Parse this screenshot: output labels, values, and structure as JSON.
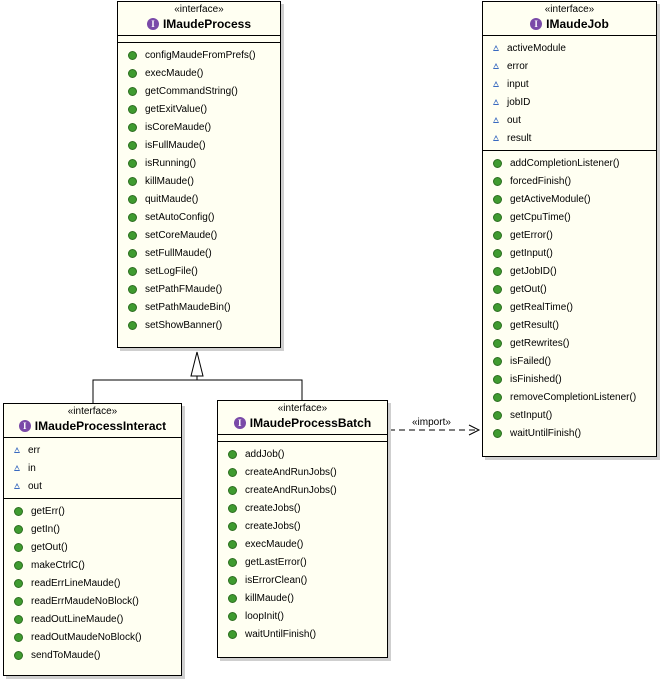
{
  "classes": {
    "process": {
      "stereotype": "«interface»",
      "icon_letter": "I",
      "name": "IMaudeProcess",
      "attributes": [],
      "operations": [
        "configMaudeFromPrefs()",
        "execMaude()",
        "getCommandString()",
        "getExitValue()",
        "isCoreMaude()",
        "isFullMaude()",
        "isRunning()",
        "killMaude()",
        "quitMaude()",
        "setAutoConfig()",
        "setCoreMaude()",
        "setFullMaude()",
        "setLogFile()",
        "setPathFMaude()",
        "setPathMaudeBin()",
        "setShowBanner()"
      ]
    },
    "job": {
      "stereotype": "«interface»",
      "icon_letter": "I",
      "name": "IMaudeJob",
      "attributes": [
        "activeModule",
        "error",
        "input",
        "jobID",
        "out",
        "result"
      ],
      "operations": [
        "addCompletionListener()",
        "forcedFinish()",
        "getActiveModule()",
        "getCpuTime()",
        "getError()",
        "getInput()",
        "getJobID()",
        "getOut()",
        "getRealTime()",
        "getResult()",
        "getRewrites()",
        "isFailed()",
        "isFinished()",
        "removeCompletionListener()",
        "setInput()",
        "waitUntilFinish()"
      ]
    },
    "interact": {
      "stereotype": "«interface»",
      "icon_letter": "I",
      "name": "IMaudeProcessInteract",
      "attributes": [
        "err",
        "in",
        "out"
      ],
      "operations": [
        "getErr()",
        "getIn()",
        "getOut()",
        "makeCtrlC()",
        "readErrLineMaude()",
        "readErrMaudeNoBlock()",
        "readOutLineMaude()",
        "readOutMaudeNoBlock()",
        "sendToMaude()"
      ]
    },
    "batch": {
      "stereotype": "«interface»",
      "icon_letter": "I",
      "name": "IMaudeProcessBatch",
      "attributes": [],
      "operations": [
        "addJob()",
        "createAndRunJobs()",
        "createAndRunJobs()",
        "createJobs()",
        "createJobs()",
        "execMaude()",
        "getLastError()",
        "isErrorClean()",
        "killMaude()",
        "loopInit()",
        "waitUntilFinish()"
      ]
    }
  },
  "relations": {
    "import_label": "«import»"
  },
  "colors": {
    "class_fill": "#fffff2",
    "interface_icon": "#7a4aa8",
    "attribute_icon": "#3a6ac0",
    "operation_icon": "#3f9b2f"
  }
}
